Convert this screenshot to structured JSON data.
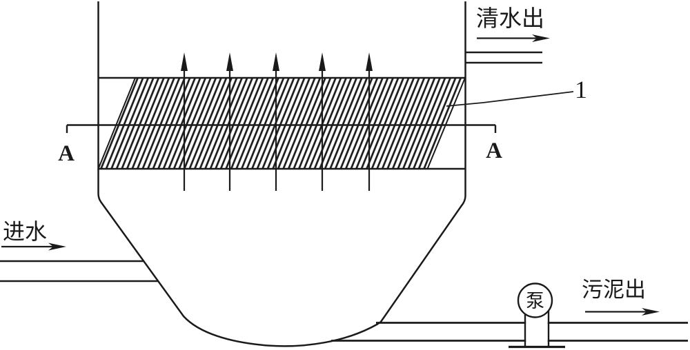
{
  "labels": {
    "clean_water_out": "清水出",
    "water_in": "进水",
    "sludge_out": "污泥出",
    "pump": "泵",
    "section_left": "A",
    "section_right": "A",
    "part_number": "1"
  },
  "colors": {
    "line": "#1a1a1a",
    "background": "#ffffff"
  }
}
